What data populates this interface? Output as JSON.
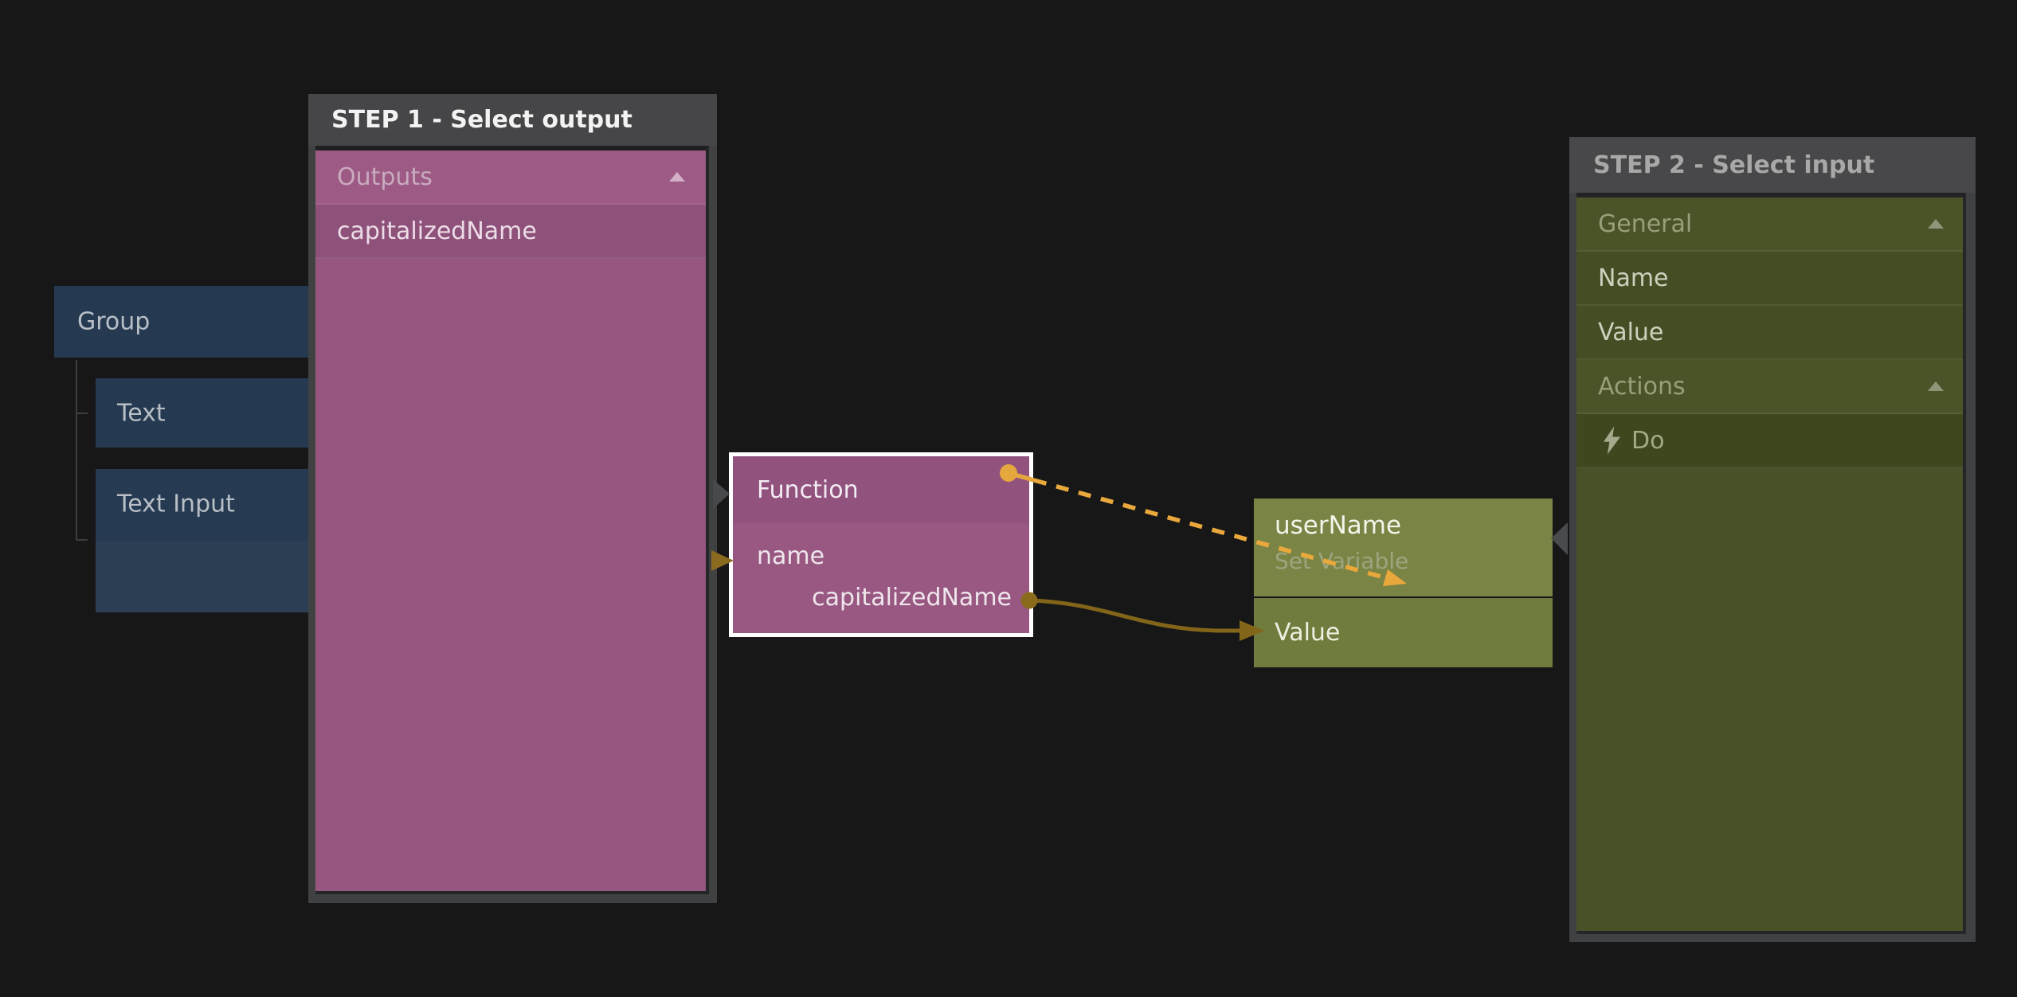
{
  "tree": {
    "group_label": "Group",
    "text_label": "Text",
    "text_input_label": "Text Input"
  },
  "step1": {
    "title": "STEP 1 - Select output",
    "section_label": "Outputs",
    "item_label": "capitalizedName"
  },
  "step2": {
    "title": "STEP 2 - Select input",
    "rows": [
      {
        "label": "General",
        "type": "section"
      },
      {
        "label": "Name",
        "type": "item"
      },
      {
        "label": "Value",
        "type": "item"
      },
      {
        "label": "Actions",
        "type": "section"
      },
      {
        "label": "Do",
        "type": "action"
      }
    ]
  },
  "function_node": {
    "title": "Function",
    "input_label": "name",
    "output_label": "capitalizedName"
  },
  "variable_node": {
    "title": "userName",
    "subtitle": "Set Variable",
    "input_label": "Value"
  },
  "colors": {
    "connection_bright_orange": "#e9a83c",
    "connection_dark_gold": "#83651a",
    "port_top": "#e5a83e",
    "port_output": "#8a6b1c",
    "step1_list": "#965680",
    "step2_list": "#475229",
    "navy_node": "#253a50",
    "panel_frame": "#3f4143"
  }
}
